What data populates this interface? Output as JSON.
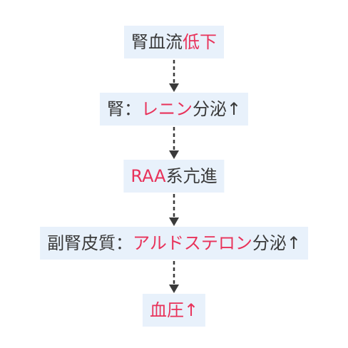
{
  "nodes": [
    {
      "plain": "腎血流",
      "highlight": "低下",
      "suffix": ""
    },
    {
      "plain": "腎：",
      "highlight": "レニン",
      "suffix": "分泌↑"
    },
    {
      "plain": "",
      "highlight": "RAA",
      "suffix": "系亢進"
    },
    {
      "plain": "副腎皮質：",
      "highlight": "アルドステロン",
      "suffix": "分泌↑"
    },
    {
      "plain": "",
      "highlight": "血圧↑",
      "suffix": ""
    }
  ],
  "colors": {
    "highlight": "#e8325a",
    "box": "#e8f1fb",
    "text": "#3a3a3a",
    "arrow": "#3a3a3a"
  }
}
